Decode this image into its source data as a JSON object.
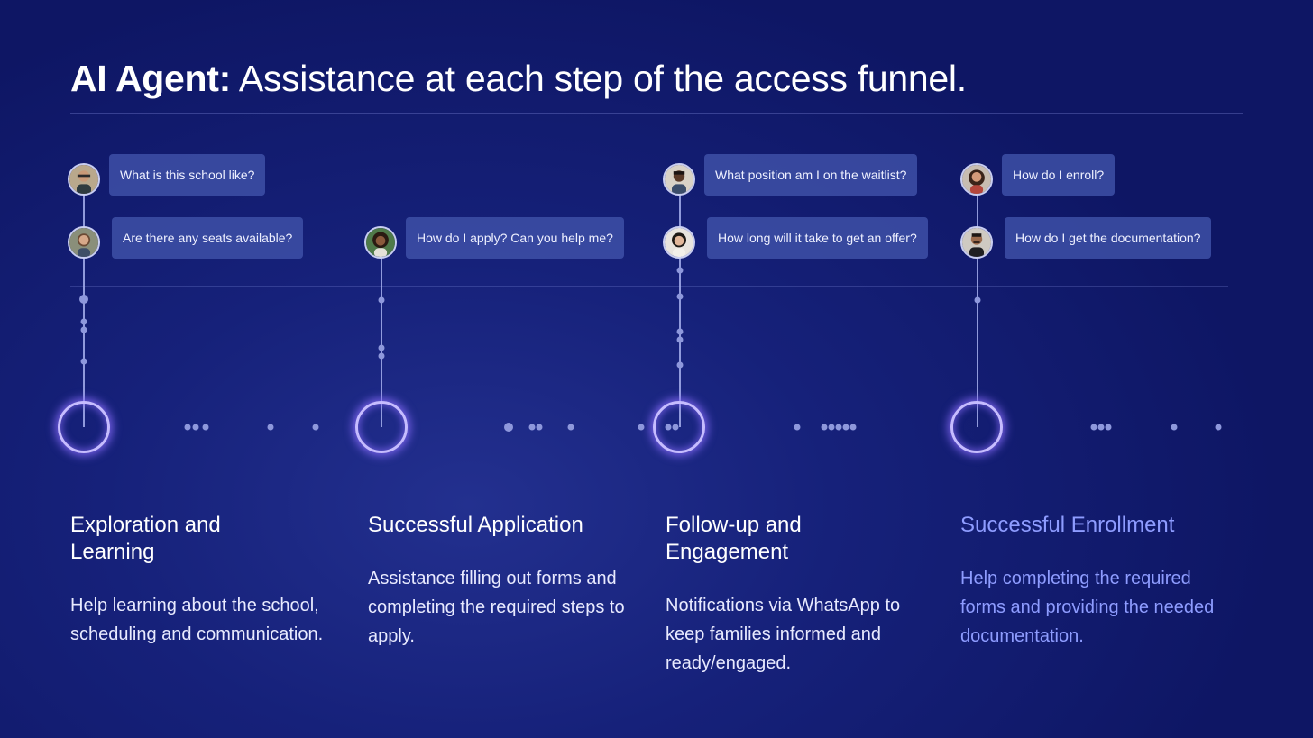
{
  "header": {
    "title_lead": "AI Agent:",
    "title_rest": " Assistance at each step of the access funnel."
  },
  "colors": {
    "accent": "#8e9cff",
    "line": "#a6b0ee",
    "bubble": "#4052a8"
  },
  "stages": [
    {
      "title": "Exploration and Learning",
      "description": "Help learning about the school, scheduling and communication.",
      "questions": [
        "What is this school like?",
        "Are there any seats available?"
      ]
    },
    {
      "title": "Successful Application",
      "description": "Assistance filling out forms and completing the required steps to apply.",
      "questions": [
        "How do I apply? Can you help me?"
      ]
    },
    {
      "title": "Follow-up and Engagement",
      "description": "Notifications via WhatsApp to keep families informed and ready/engaged.",
      "questions": [
        "What position am I on the waitlist?",
        "How long will it take to get an offer?"
      ]
    },
    {
      "title": "Successful Enrollment",
      "description": "Help completing the required forms and providing the needed documentation.",
      "questions": [
        "How do I enroll?",
        "How do I get the documentation?"
      ]
    }
  ]
}
